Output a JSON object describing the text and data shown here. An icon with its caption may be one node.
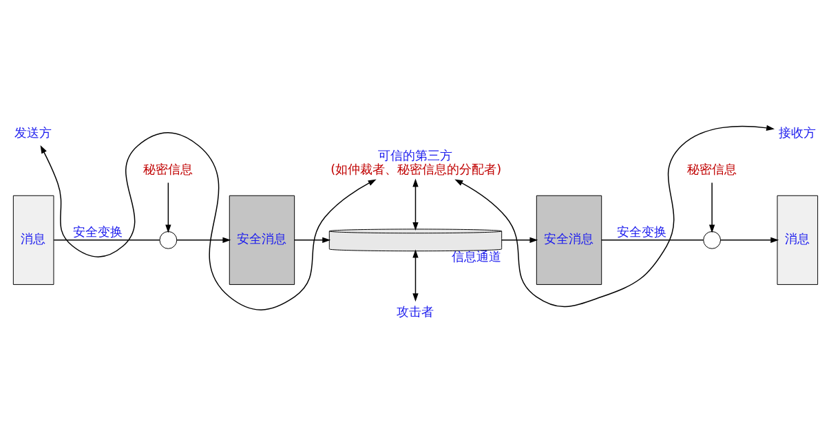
{
  "diagram": {
    "nodes": [
      {
        "text": [
          "可信的第三方",
          "(如仲裁者、秘密信息的分配者)"
        ]
      },
      {
        "text": [
          "发送方"
        ]
      },
      {
        "text": [
          "接收方"
        ]
      },
      {
        "text": [
          "消息"
        ]
      },
      {
        "text": [],
        "shape": "circle"
      },
      {
        "text": [
          "安全消息"
        ]
      },
      {
        "text": [],
        "shape": "cylinder",
        "beside": [
          "信息通道"
        ]
      },
      {
        "text": [
          "安全消息"
        ]
      },
      {
        "text": [],
        "shape": "circle"
      },
      {
        "text": [
          "消息"
        ]
      },
      {
        "text": [
          "秘密信息"
        ]
      },
      {
        "text": [
          "秘密信息"
        ]
      },
      {
        "text": [
          "攻击者"
        ]
      }
    ],
    "edges": [
      {
        "from": 0,
        "to": 1,
        "arrow": "both"
      },
      {
        "from": 0,
        "to": 2,
        "arrow": "both"
      },
      {
        "from": 0,
        "to": 6,
        "arrow": "both"
      },
      {
        "from": 6,
        "to": 12,
        "arrow": "both"
      },
      {
        "from": 3,
        "to": 4,
        "arrow": "none",
        "label": "安全变换"
      },
      {
        "from": 4,
        "to": 5,
        "arrow": "to"
      },
      {
        "from": 5,
        "to": 6,
        "arrow": "to"
      },
      {
        "from": 6,
        "to": 7,
        "arrow": "to"
      },
      {
        "from": 7,
        "to": 8,
        "arrow": "none",
        "label": "安全变换"
      },
      {
        "from": 8,
        "to": 9,
        "arrow": "to"
      },
      {
        "from": 10,
        "to": 4,
        "arrow": "to"
      },
      {
        "from": 11,
        "to": 8,
        "arrow": "to"
      }
    ]
  }
}
